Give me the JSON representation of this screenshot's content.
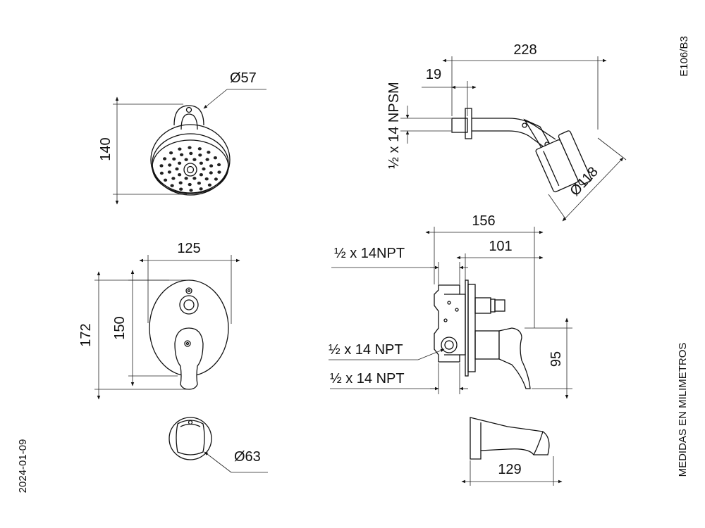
{
  "sheet": {
    "code": "E106/B3",
    "date": "2024-01-09",
    "units_note": "MEDIDAS EN MILIMETROS"
  },
  "shower_head_front": {
    "diameter": "Ø57",
    "height": "140"
  },
  "shower_side": {
    "arm_length": "228",
    "inlet_length": "19",
    "thread": "½ x 14 NPSM",
    "head_diameter": "Ø118"
  },
  "valve_front": {
    "width": "125",
    "height_outer": "172",
    "height_inner": "150"
  },
  "valve_side": {
    "overall_depth": "156",
    "handle_depth": "101",
    "thread_top": "½ x 14NPT",
    "thread_middle": "½ x 14 NPT",
    "thread_bottom": "½ x 14 NPT",
    "handle_height": "95"
  },
  "spout_front": {
    "diameter": "Ø63"
  },
  "spout_side": {
    "length": "129"
  }
}
